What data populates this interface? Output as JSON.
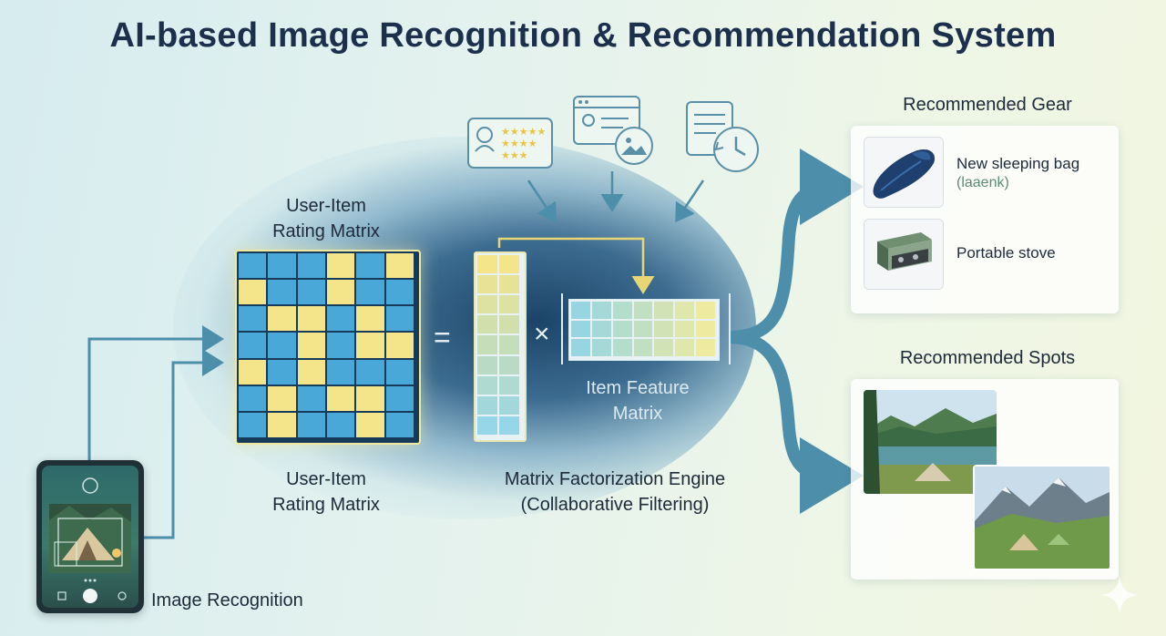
{
  "title": "AI-based Image Recognition & Recommendation System",
  "labels": {
    "matrix_top": [
      "User-Item",
      "Rating Matrix"
    ],
    "matrix_bottom": [
      "User-Item",
      "Rating Matrix"
    ],
    "item_feature": [
      "Item Feature",
      "Matrix"
    ],
    "engine": [
      "Matrix Factorization Engine",
      "(Collaborative Filtering)"
    ],
    "image_recognition": "Image Recognition",
    "equals": "=",
    "times": "×"
  },
  "recommended_gear": {
    "heading": "Recommended Gear",
    "items": [
      {
        "name": "New sleeping bag",
        "sub": "(laaenk)",
        "icon": "sleeping-bag-icon"
      },
      {
        "name": "Portable stove",
        "icon": "stove-icon"
      }
    ]
  },
  "recommended_spots": {
    "heading": "Recommended Spots",
    "images": [
      "lake-camp-photo",
      "mountain-camp-photo"
    ]
  },
  "colors": {
    "cell_blue": "#4aa8d8",
    "cell_yellow": "#f4e48a",
    "arrow": "#4d8eab",
    "title": "#1c2f4c"
  },
  "matrix": {
    "rating": [
      [
        "b",
        "b",
        "b",
        "y",
        "b",
        "y"
      ],
      [
        "y",
        "b",
        "b",
        "y",
        "b",
        "b"
      ],
      [
        "b",
        "y",
        "y",
        "b",
        "y",
        "b"
      ],
      [
        "b",
        "b",
        "y",
        "b",
        "y",
        "y"
      ],
      [
        "y",
        "b",
        "y",
        "b",
        "b",
        "b"
      ],
      [
        "b",
        "y",
        "b",
        "y",
        "y",
        "b"
      ],
      [
        "b",
        "y",
        "b",
        "b",
        "y",
        "b"
      ]
    ]
  }
}
